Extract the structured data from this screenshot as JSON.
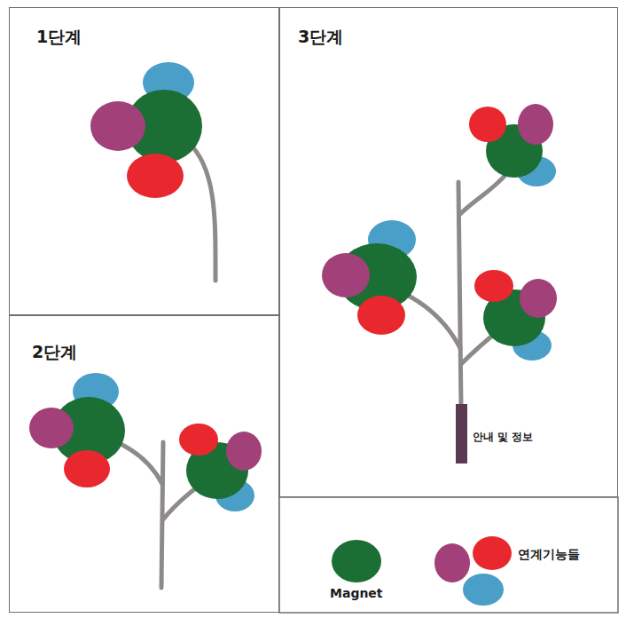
{
  "diagram": {
    "nodes": [
      {
        "text": [
          "1단계"
        ]
      },
      {
        "text": [
          "2단계"
        ]
      },
      {
        "text": [
          "3단계"
        ]
      }
    ],
    "labels": [
      "안내 및 정보"
    ],
    "legend": [
      {
        "text": "Magnet",
        "color": "#1b6e34"
      },
      {
        "text": "연계기능들"
      }
    ]
  }
}
